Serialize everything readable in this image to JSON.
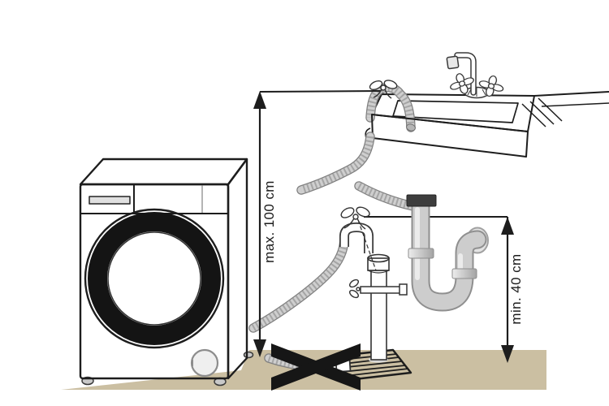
{
  "diagram": {
    "measurements": {
      "max_drain_height": {
        "label": "max. 100 cm"
      },
      "min_drain_height": {
        "label": "min. 40 cm"
      }
    },
    "icons": {
      "prohibition": "x-cross-icon",
      "arrows": "double-ended-measure-arrow"
    },
    "colors": {
      "floor": "#cbbfa2",
      "outline": "#1d1d1d",
      "hose_body": "#cfcfcf",
      "prohibition_x": "#161616",
      "siphon_cap": "#3d3d3d"
    }
  }
}
